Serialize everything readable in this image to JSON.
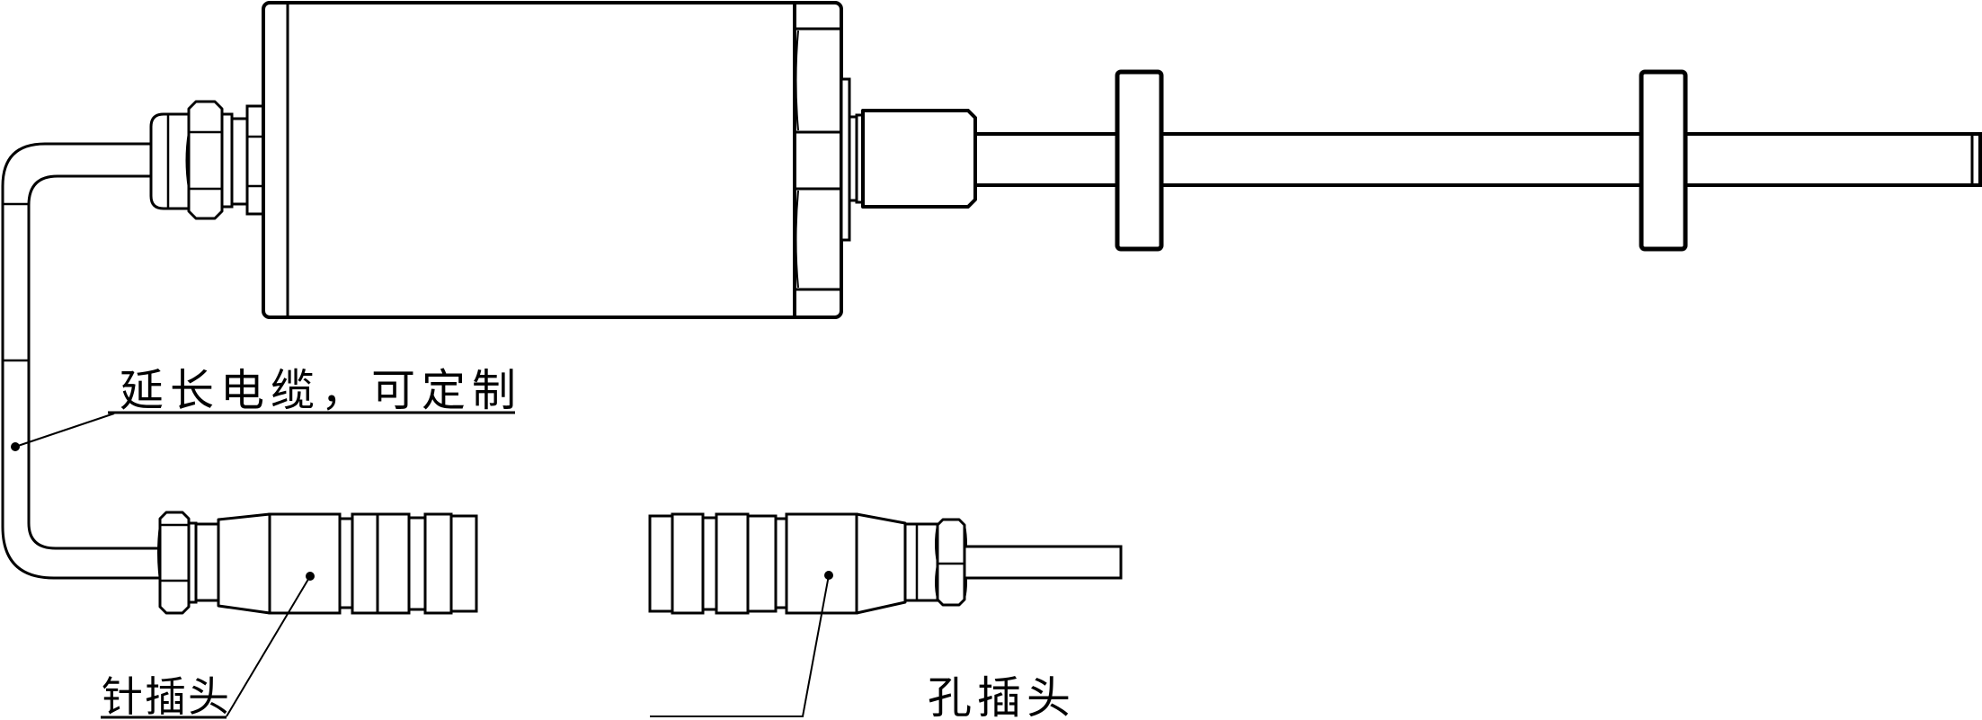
{
  "colors": {
    "background": "#ffffff",
    "line": "#000000"
  },
  "labels": {
    "extension_cable": "延长电缆，可定制",
    "pin_plug": "针插头",
    "socket_plug": "孔插头"
  }
}
